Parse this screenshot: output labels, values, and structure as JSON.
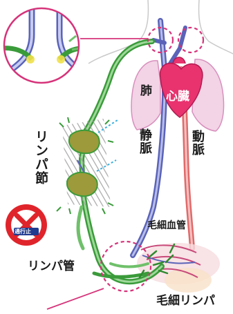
{
  "labels": {
    "lung": "肺",
    "heart": "心臓",
    "vein": "静脈",
    "artery": "動脈",
    "lymph_node": "リンパ節",
    "capillary": "毛細血管",
    "lymph_vessel": "リンパ管",
    "lymph_capillary": "毛細リンパ",
    "no_entry_sign": "通行止"
  },
  "colors": {
    "lymph_green": "#3a9b3a",
    "lymph_light": "#9fd89a",
    "vein_blue": "#5a63b8",
    "artery_red": "#e06a6a",
    "lung_pink": "#e7a9cf",
    "heart_red": "#e8336f",
    "circle_magenta": "#d6337a",
    "sign_red": "#e0242b",
    "sign_blue": "#1f3a8f"
  }
}
